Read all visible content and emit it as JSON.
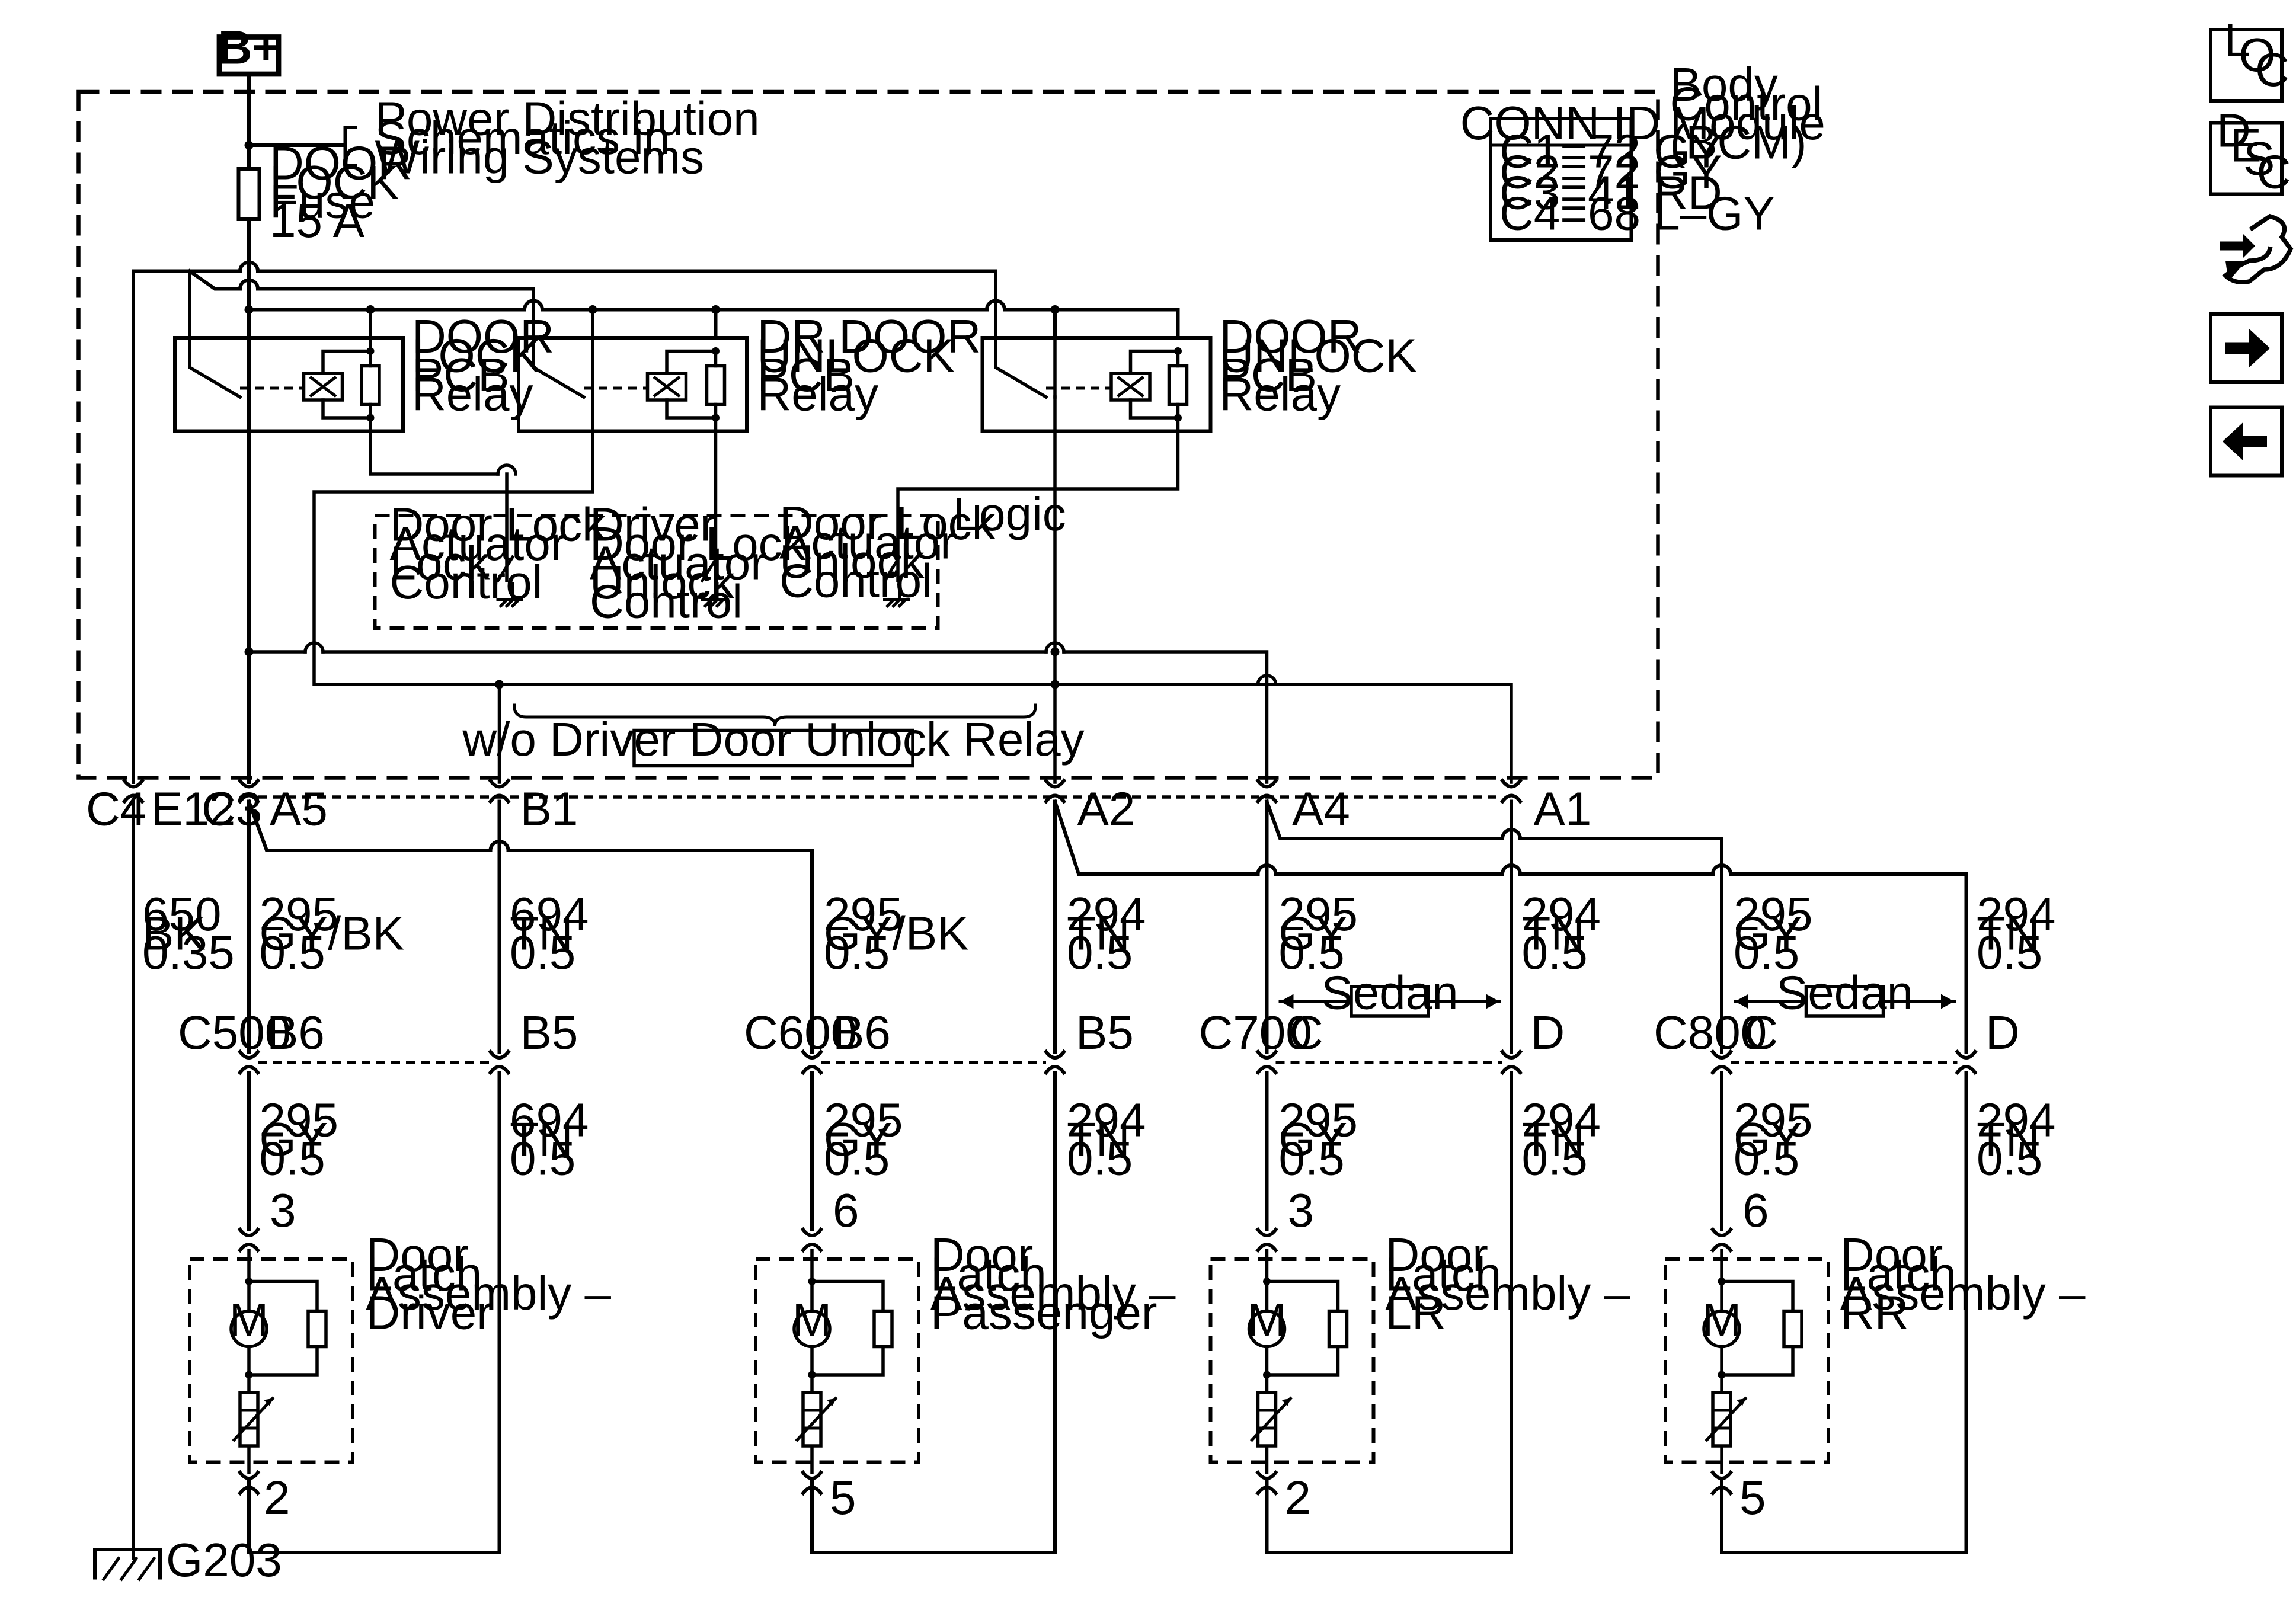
{
  "power": {
    "bplus": "B+",
    "pds_ref": [
      "Power Distribution",
      "Schematics in",
      "Wiring Systems"
    ]
  },
  "fuse": [
    "DOOR",
    "LOCK",
    "Fuse",
    "15 A"
  ],
  "module": {
    "label": [
      "Body",
      "Control",
      "Module",
      "(BCM)"
    ]
  },
  "conn_id": {
    "title": "CONN ID",
    "rows": [
      "C1=72 GY",
      "C2=72 GY",
      "C3=41 RD",
      "C4=68 L–GY"
    ]
  },
  "relays": [
    [
      "DOOR",
      "LOCK",
      "PCB",
      "Relay"
    ],
    [
      "DR DOOR",
      "UNLOCK",
      "PCB",
      "Relay"
    ],
    [
      "DOOR",
      "UNLOCK",
      "PCB",
      "Relay"
    ]
  ],
  "logic": {
    "label": "Logic",
    "controls": [
      [
        "Door Lock",
        "Actuator",
        "Lock",
        "Control"
      ],
      [
        "Driver",
        "Door Lock",
        "Actuator",
        "Unlock",
        "Control"
      ],
      [
        "Door Lock",
        "Actuator",
        "Unlock",
        "Control"
      ]
    ]
  },
  "option_note": "w/o Driver Door Unlock Relay",
  "bcm_pins": {
    "c4": "C4",
    "e12": "E12",
    "c3": "C3",
    "a5": "A5",
    "b1": "B1",
    "a2": "A2",
    "a4": "A4",
    "a1": "A1"
  },
  "wires_upper": [
    [
      "650",
      "BK",
      "0.35"
    ],
    [
      "295",
      "GY/BK",
      "0.5"
    ],
    [
      "694",
      "TN",
      "0.5"
    ],
    [
      "295",
      "GY/BK",
      "0.5"
    ],
    [
      "294",
      "TN",
      "0.5"
    ],
    [
      "295",
      "GY",
      "0.5"
    ],
    [
      "294",
      "TN",
      "0.5"
    ],
    [
      "295",
      "GY",
      "0.5"
    ],
    [
      "294",
      "TN",
      "0.5"
    ]
  ],
  "inline_connectors": [
    {
      "id": "C500",
      "left": "B6",
      "right": "B5"
    },
    {
      "id": "C600",
      "left": "B6",
      "right": "B5"
    },
    {
      "id": "C700",
      "left": "C",
      "right": "D"
    },
    {
      "id": "C800",
      "left": "C",
      "right": "D"
    }
  ],
  "sedan_label": "Sedan",
  "wires_lower": [
    [
      "295",
      "GY",
      "0.5"
    ],
    [
      "694",
      "TN",
      "0.5"
    ],
    [
      "295",
      "GY",
      "0.5"
    ],
    [
      "294",
      "TN",
      "0.5"
    ],
    [
      "295",
      "GY",
      "0.5"
    ],
    [
      "294",
      "TN",
      "0.5"
    ],
    [
      "295",
      "GY",
      "0.5"
    ],
    [
      "294",
      "TN",
      "0.5"
    ]
  ],
  "latches": [
    {
      "name": [
        "Door",
        "Latch",
        "Assembly –",
        "Driver"
      ],
      "pin_top": "3",
      "pin_bottom": "2"
    },
    {
      "name": [
        "Door",
        "Latch",
        "Assembly –",
        "Passenger"
      ],
      "pin_top": "6",
      "pin_bottom": "5"
    },
    {
      "name": [
        "Door",
        "Latch",
        "Assembly –",
        "LR"
      ],
      "pin_top": "3",
      "pin_bottom": "2"
    },
    {
      "name": [
        "Door",
        "Latch",
        "Assembly –",
        "RR"
      ],
      "pin_top": "6",
      "pin_bottom": "5"
    }
  ],
  "motor_symbol": "M",
  "ground": "G203",
  "nav": {
    "loc": [
      "L",
      "O",
      "C"
    ],
    "desc": [
      "D",
      "E",
      "S",
      "C"
    ]
  }
}
